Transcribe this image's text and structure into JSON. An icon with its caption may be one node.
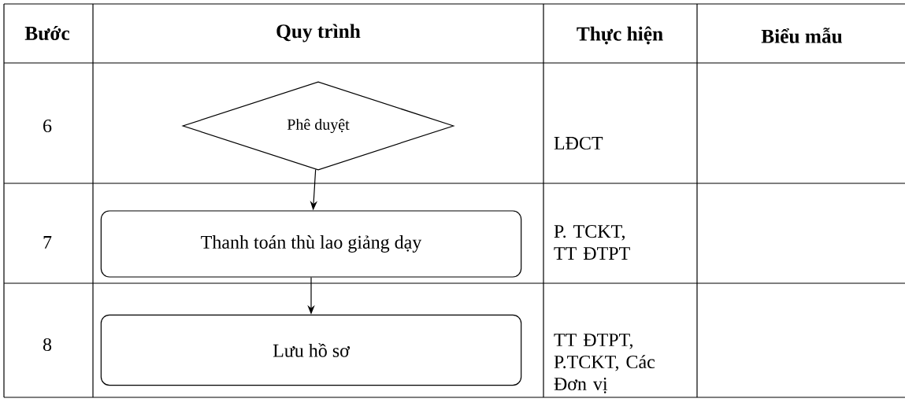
{
  "diagram": {
    "nodes": [
      {
        "text": [
          "Phê duyệt"
        ]
      },
      {
        "text": [
          "Thanh toán thù lao giảng dạy"
        ]
      },
      {
        "text": [
          "Lưu hồ sơ"
        ]
      }
    ],
    "edges": [
      {
        "from": 0,
        "to": 1,
        "arrow": "to"
      },
      {
        "from": 1,
        "to": 2,
        "arrow": "to"
      }
    ],
    "labels": [
      "Bước",
      "Quy trình",
      "Thực hiện",
      "Biểu mẫu",
      "6",
      "LĐCT",
      "7",
      "P. TCKT, TT ĐTPT",
      "8",
      "TT ĐTPT, P.TCKT, Các Đơn vị"
    ]
  }
}
